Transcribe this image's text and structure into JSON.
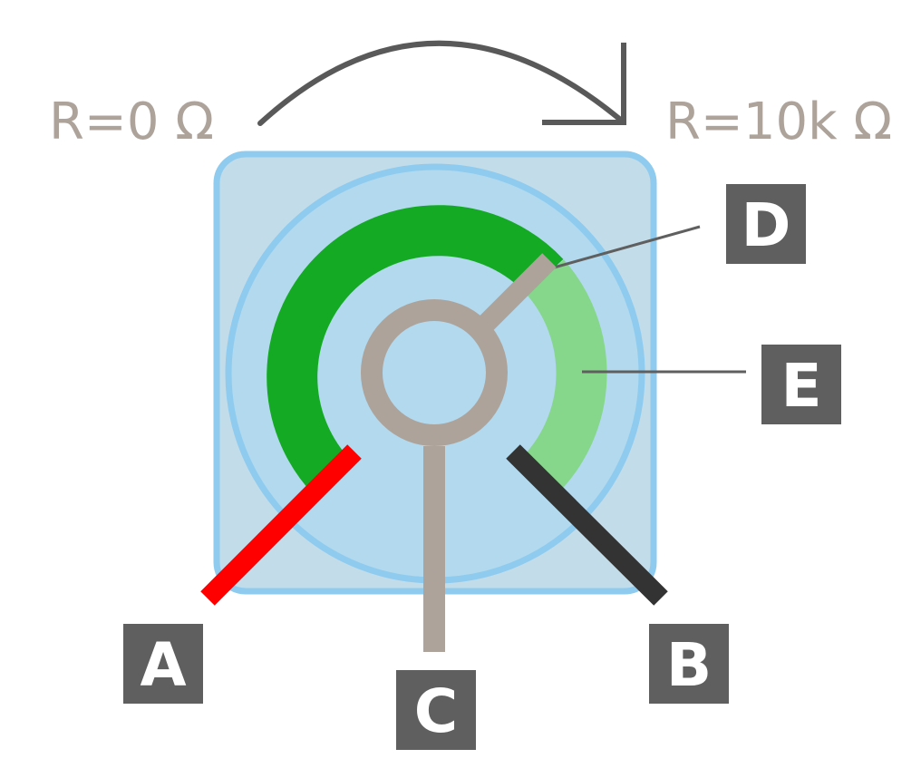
{
  "resistance_labels": {
    "start": "R=0 Ω",
    "end": "R=10k Ω"
  },
  "callouts": {
    "a": "A",
    "b": "B",
    "c": "C",
    "d": "D",
    "e": "E"
  },
  "colors": {
    "text_gray": "#ada39b",
    "arrow": "#595959",
    "body_fill": "#c3dce9",
    "body_stroke": "#8ecbef",
    "dial_fill": "#b2d9ee",
    "track_used": "#14aa23",
    "track_remaining": "#86d68b",
    "wiper_gray": "#ada39b",
    "pin_a": "#ff0000",
    "pin_b": "#333333",
    "label_box": "#5f5f5f",
    "leader_line": "#5f5f5f"
  }
}
